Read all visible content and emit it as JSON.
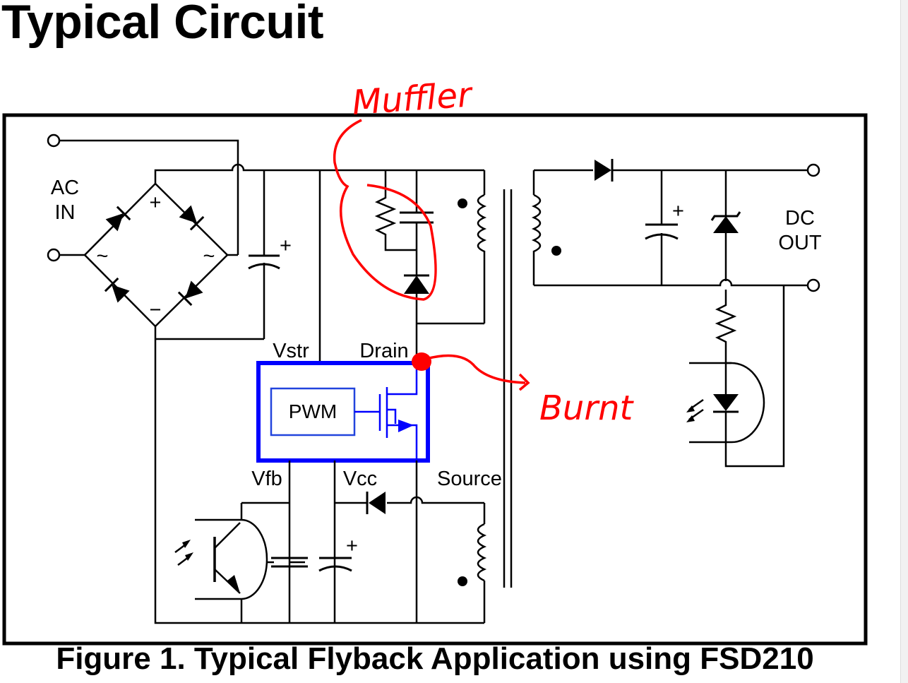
{
  "page": {
    "heading": "Typical Circuit",
    "caption": "Figure 1. Typical Flyback Application using FSD210"
  },
  "labels": {
    "ac_in": [
      "AC",
      "IN"
    ],
    "dc_out": [
      "DC",
      "OUT"
    ],
    "pwm": "PWM",
    "vstr": "Vstr",
    "drain": "Drain",
    "vfb": "Vfb",
    "vcc": "Vcc",
    "source": "Source",
    "bridge_plus": "+",
    "bridge_minus": "−",
    "tilde": "~",
    "cap_plus": "+"
  },
  "annotations": {
    "muffler": "Muffler",
    "burnt": "Burnt"
  },
  "colors": {
    "wire": "#000000",
    "ic_box": "#0000ff",
    "pwm_box": "#2244dd",
    "annotation": "#ff0000"
  },
  "icons": [
    "diode",
    "zener-diode",
    "resistor",
    "capacitor",
    "inductor",
    "transformer",
    "optocoupler",
    "mosfet"
  ]
}
